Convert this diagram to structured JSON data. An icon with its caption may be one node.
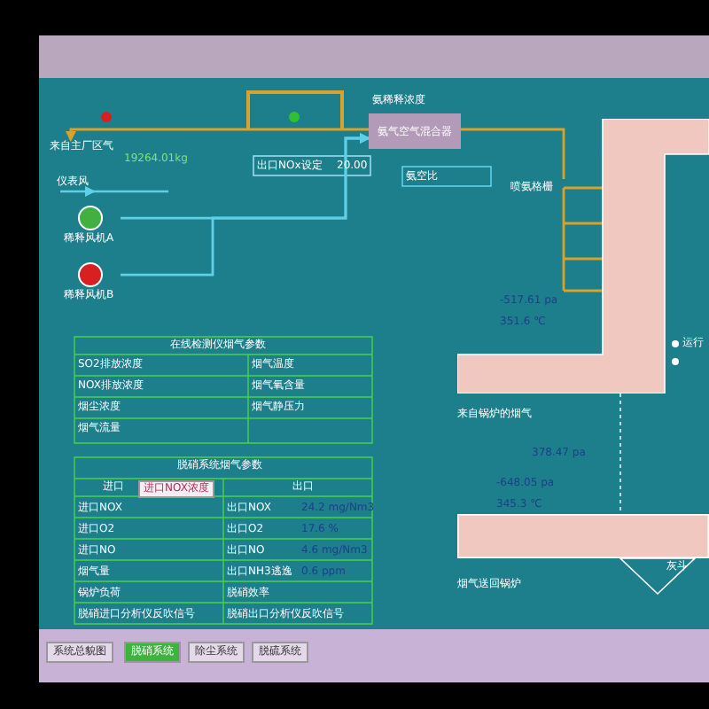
{
  "diagram": {
    "nodes": [
      {
        "text": [
          "氨气空气混合器"
        ],
        "beside": [
          "氨稀释浓度"
        ]
      },
      {
        "text": [
          "稀释风机A"
        ]
      },
      {
        "text": [
          "稀释风机B"
        ]
      },
      {
        "text": [
          "喷氨格栅"
        ]
      },
      {
        "text": [],
        "shape": "box"
      },
      {
        "text": [
          "来自主厂区气"
        ]
      },
      {
        "text": [],
        "shape": "bar"
      },
      {
        "text": [],
        "shape": "box"
      }
    ],
    "edges": [
      {
        "from": 1,
        "to": 0,
        "arrow": "to",
        "color": "#5fd0e8"
      },
      {
        "from": 2,
        "to": 0,
        "arrow": "to",
        "color": "#5fd0e8"
      },
      {
        "from": 0,
        "to": 3,
        "arrow": "none"
      },
      {
        "from": 3,
        "to": 4,
        "arrow": "none"
      },
      {
        "from": 0,
        "to": 5,
        "arrow": "to"
      }
    ],
    "labels": [
      "19264.01kg",
      "仪表风",
      "出口NOx设定",
      "20.00",
      "氨空比",
      "在线检测仪烟气参数",
      "SO2排放浓度",
      "烟气温度",
      "NOX排放浓度",
      "烟气氧含量",
      "烟尘浓度",
      "烟气静压力",
      "烟气流量",
      "脱硝系统烟气参数",
      "进口",
      "出口",
      "进口NOX",
      "出口NOX",
      "24.2 mg/Nm3",
      "进口O2",
      "出口O2",
      "17.6 %",
      "进口NO",
      "出口NO",
      "4.6 mg/Nm3",
      "烟气量",
      "出口NH3逃逸",
      "0.6 ppm",
      "锅炉负荷",
      "脱硝效率",
      "脱硝进口分析仪反吹信号",
      "脱硝出口分析仪反吹信号",
      "进口NOX浓度",
      "系统总貌图",
      "脱硝系统",
      "除尘系统",
      "脱硫系统",
      "运行",
      "来自锅炉的烟气",
      "烟气送回锅炉",
      "灰斗",
      "-517.61 pa",
      "351.6 ℃",
      "378.47 pa",
      "-648.05 pa",
      "345.3 ℃"
    ]
  }
}
